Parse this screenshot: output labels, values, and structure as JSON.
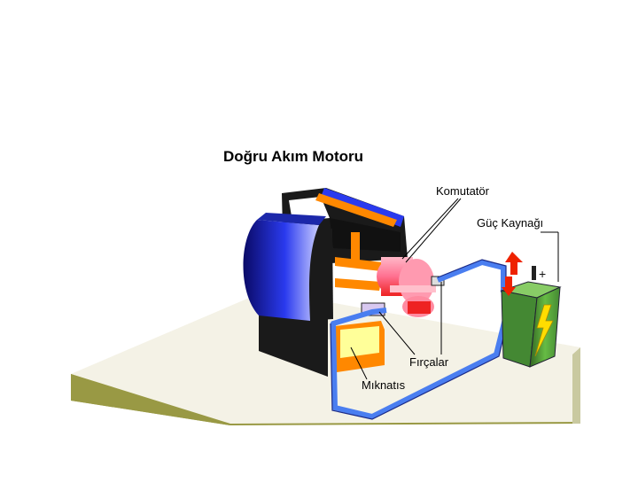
{
  "diagram": {
    "title": "Doğru Akım Motoru",
    "labels": {
      "commutator": "Komutatör",
      "power_source": "Güç Kaynağı",
      "brushes": "Fırçalar",
      "magnet": "Mıknatıs"
    },
    "battery_terminals": {
      "positive": "+",
      "negative": "−"
    },
    "colors": {
      "base_top": "#f4f2e6",
      "base_side": "#999944",
      "motor_frame": "#1a1a1a",
      "stator_blue": "#2a3aee",
      "coil_orange": "#ff8800",
      "rotor_pink": "#ff9ab0",
      "rotor_red": "#ee2222",
      "magnet_yellow": "#ffff99",
      "wire_blue": "#4a7ef0",
      "battery_green": "#55aa44",
      "lightning_yellow": "#ffdd00",
      "arrow_red": "#ee2200"
    }
  }
}
